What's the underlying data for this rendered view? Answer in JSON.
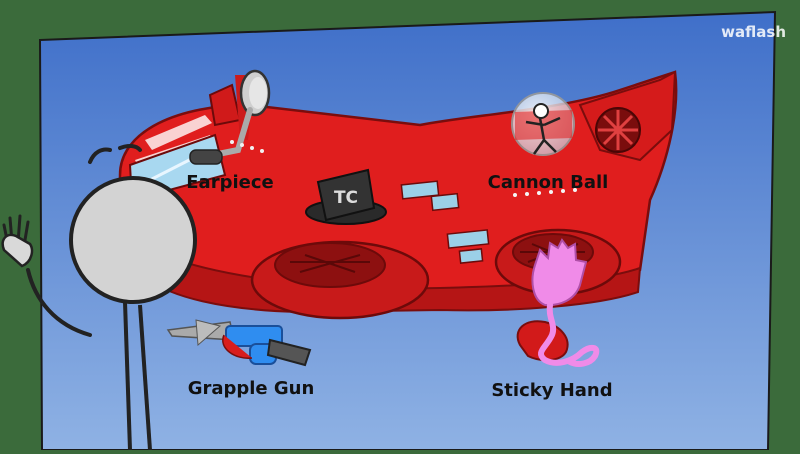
{
  "watermark": "waflash",
  "board": {
    "labels": {
      "earpiece": "Earpiece",
      "cannon_ball": "Cannon Ball",
      "grapple_gun": "Grapple Gun",
      "sticky_hand": "Sticky Hand"
    },
    "hat_text": "TC"
  },
  "colors": {
    "frame": "#3b6b3b",
    "sky_top": "#3f6fc9",
    "sky_bottom": "#8fb2e4",
    "ship": "#e01e1e",
    "ship_dark": "#b51515",
    "sticky_hand": "#f08be8",
    "grapple_gun": "#2f8df0"
  }
}
